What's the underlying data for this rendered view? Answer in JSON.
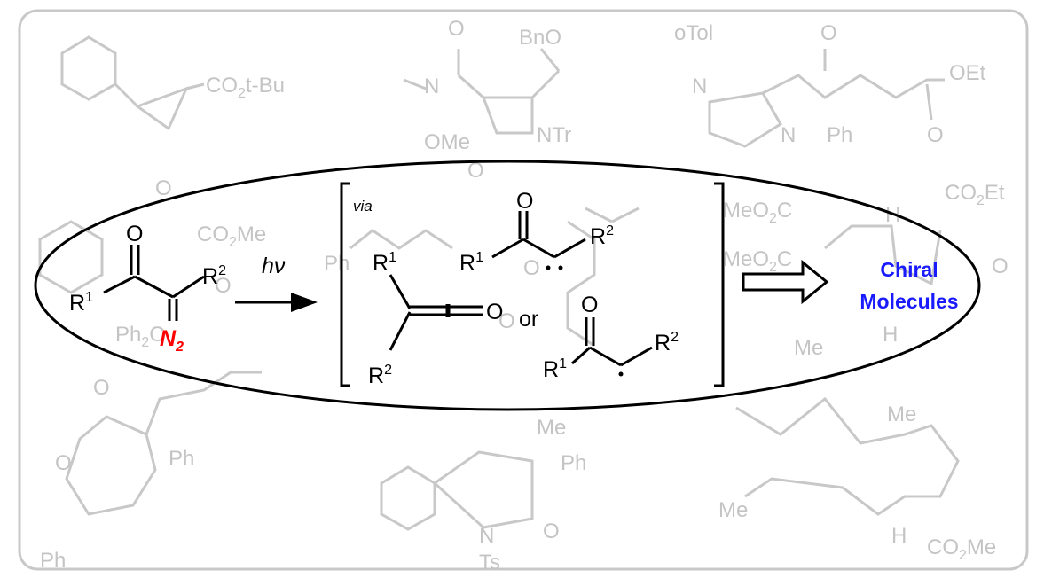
{
  "colors": {
    "frame": "#c8c8c8",
    "background_structures": "#c4c4c4",
    "diazo_n2": "#ff0000",
    "product": "#1a1aff"
  },
  "background_labels": {
    "co2tbu": "CO",
    "co2tbu_sub": "2",
    "co2tbu_tail": "t-Bu",
    "bno": "BnO",
    "o1": "O",
    "n1": "N",
    "ome": "OMe",
    "ntr": "NTr",
    "o2": "O",
    "otol": "oTol",
    "n2": "N",
    "n3": "N",
    "o3": "O",
    "ph1": "Ph",
    "oet": "OEt",
    "o4": "O",
    "co2me1": "CO",
    "co2me1_sub": "2",
    "co2me1_tail": "Me",
    "o5": "O",
    "ph2c": "Ph",
    "ph2c_sub": "2",
    "ph2c_tail": "C",
    "o6": "O",
    "ph_allyl": "Ph",
    "o7": "O",
    "o8": "O",
    "meo2c1": "MeO",
    "meo2c1_sub": "2",
    "meo2c1_tail": "C",
    "meo2c2": "MeO",
    "meo2c2_sub": "2",
    "meo2c2_tail": "C",
    "co2et": "CO",
    "co2et_sub": "2",
    "co2et_tail": "Et",
    "h1": "H",
    "h2": "H",
    "o9": "O",
    "o10": "O",
    "o11": "O",
    "ph3": "Ph",
    "ph4": "Ph",
    "me1": "Me",
    "ph5": "Ph",
    "n4": "N",
    "ts": "Ts",
    "o12": "O",
    "me2": "Me",
    "me3": "Me",
    "me4": "Me",
    "h3": "H",
    "co2me2": "CO",
    "co2me2_sub": "2",
    "co2me2_tail": "Me"
  },
  "reactant": {
    "o": "O",
    "r1": "R",
    "r1_sup": "1",
    "r2": "R",
    "r2_sup": "2",
    "n2": "N",
    "n2_sub": "2"
  },
  "arrow_label": "hν",
  "intermediates": {
    "via": "via",
    "ketene": {
      "r1": "R",
      "r1_sup": "1",
      "r2": "R",
      "r2_sup": "2",
      "o": "O"
    },
    "carbene": {
      "o": "O",
      "r1": "R",
      "r1_sup": "1",
      "r2": "R",
      "r2_sup": "2"
    },
    "or": "or",
    "radical": {
      "o": "O",
      "r1": "R",
      "r1_sup": "1",
      "r2": "R",
      "r2_sup": "2"
    }
  },
  "product": {
    "line1": "Chiral",
    "line2": "Molecules"
  }
}
